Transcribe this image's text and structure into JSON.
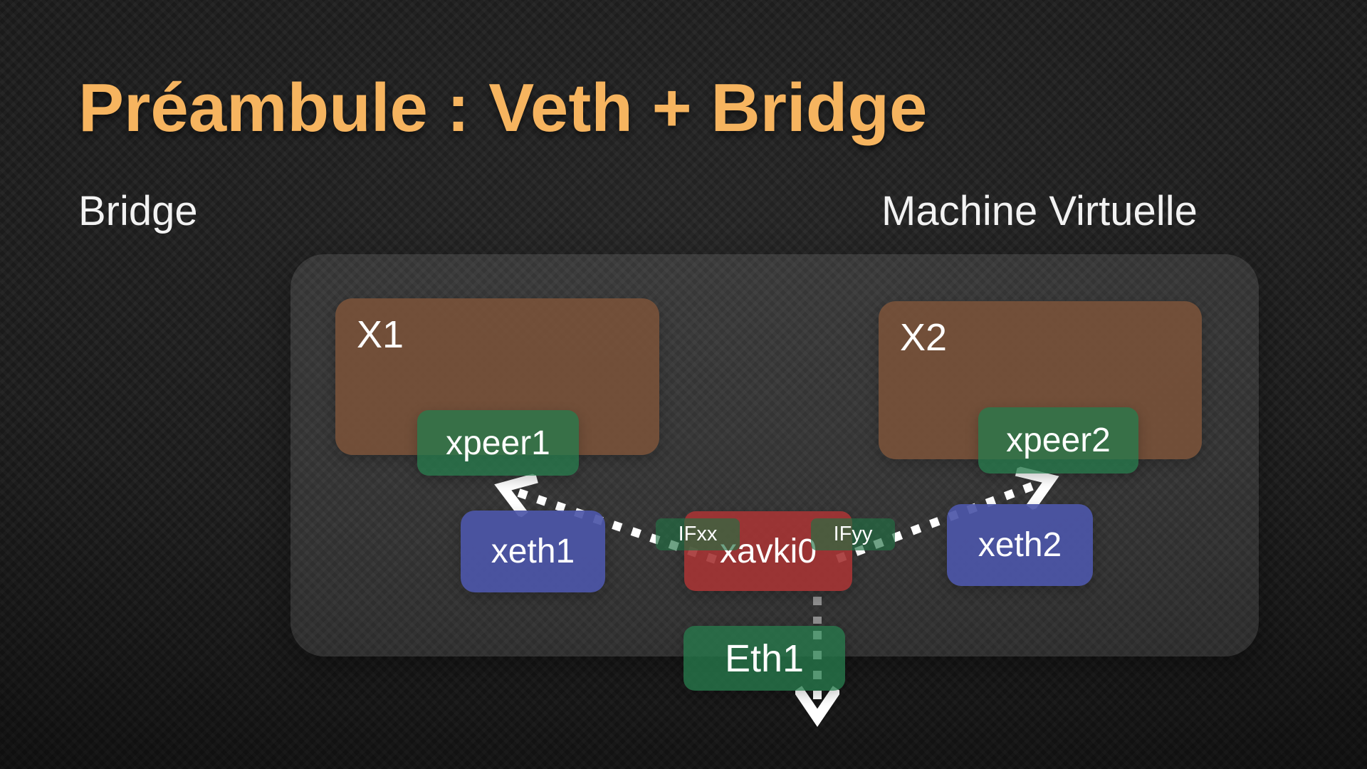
{
  "slide": {
    "title": "Préambule : Veth + Bridge",
    "section_labels": {
      "left": "Bridge",
      "right": "Machine Virtuelle"
    }
  },
  "nodes": {
    "x1": "X1",
    "x2": "X2",
    "xpeer1": "xpeer1",
    "xpeer2": "xpeer2",
    "xeth1": "xeth1",
    "xeth2": "xeth2",
    "xavki0": "xavki0",
    "ifxx": "IFxx",
    "ifyy": "IFyy",
    "eth1": "Eth1"
  },
  "connections": [
    {
      "from": "xavki0.IFxx",
      "to": "xpeer1",
      "style": "dotted-arrow",
      "color": "#ffffff"
    },
    {
      "from": "xavki0.IFyy",
      "to": "xpeer2",
      "style": "dotted-arrow",
      "color": "#ffffff"
    },
    {
      "from": "xavki0",
      "through": "Eth1",
      "to": "outside",
      "style": "dotted-arrow",
      "color": "#ffffff"
    }
  ],
  "colors": {
    "background": "#161616",
    "title_accent": "#f6b45f",
    "panel": "rgba(255,255,255,0.10)",
    "namespace_brown": "#7a5239",
    "veth_green": "#267a4b",
    "eth_blue": "#4c56a8",
    "bridge_red": "#a53434",
    "arrow_white": "#ffffff",
    "label_text": "#f2f2f2"
  }
}
